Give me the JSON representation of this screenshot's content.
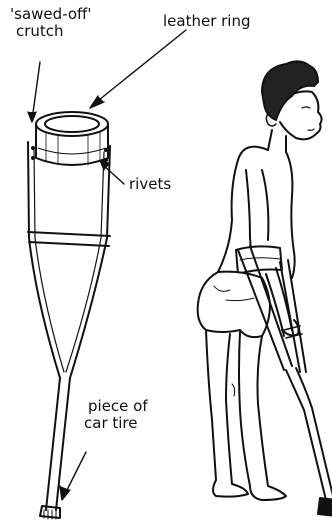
{
  "labels": {
    "crutch_type": [
      "'sawed-off'",
      "crutch"
    ],
    "leather_ring": "leather ring",
    "rivets": "rivets",
    "car_tire": [
      "piece of",
      "car tire"
    ]
  }
}
